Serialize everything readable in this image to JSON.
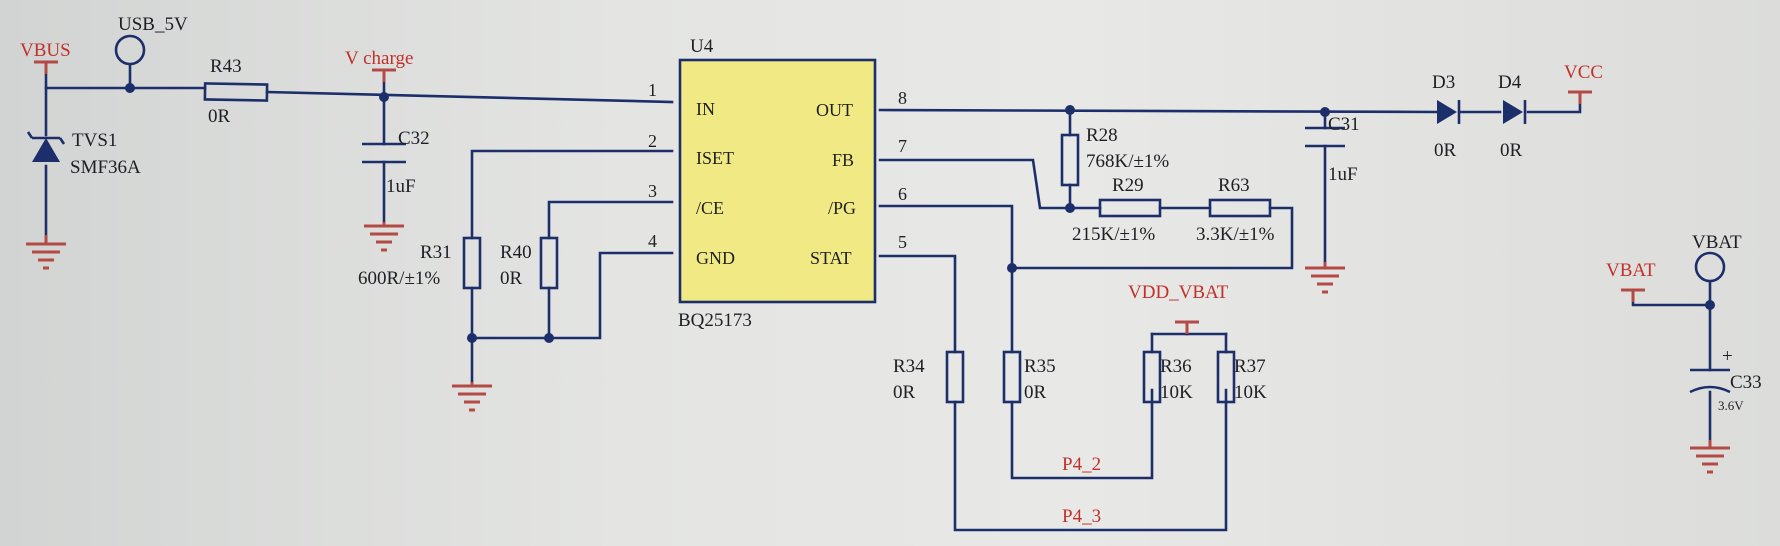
{
  "nets": {
    "vbus": "VBUS",
    "usb_5v": "USB_5V",
    "v_charge": "V charge",
    "vcc": "VCC",
    "vdd_vbat": "VDD_VBAT",
    "vbat_port": "VBAT",
    "vbat_testpoint": "VBAT",
    "p4_2": "P4_2",
    "p4_3": "P4_3"
  },
  "ic": {
    "ref": "U4",
    "part": "BQ25173",
    "pins_left": [
      {
        "num": "1",
        "name": "IN"
      },
      {
        "num": "2",
        "name": "ISET"
      },
      {
        "num": "3",
        "name": "/CE"
      },
      {
        "num": "4",
        "name": "GND"
      }
    ],
    "pins_right": [
      {
        "num": "8",
        "name": "OUT"
      },
      {
        "num": "7",
        "name": "FB"
      },
      {
        "num": "6",
        "name": "/PG"
      },
      {
        "num": "5",
        "name": "STAT"
      }
    ]
  },
  "components": {
    "tvs1": {
      "ref": "TVS1",
      "value": "SMF36A"
    },
    "r43": {
      "ref": "R43",
      "value": "0R"
    },
    "c32": {
      "ref": "C32",
      "value": "1uF"
    },
    "r31": {
      "ref": "R31",
      "value": "600R/±1%"
    },
    "r40": {
      "ref": "R40",
      "value": "0R"
    },
    "r28": {
      "ref": "R28",
      "value": "768K/±1%"
    },
    "r29": {
      "ref": "R29",
      "value": "215K/±1%"
    },
    "r63": {
      "ref": "R63",
      "value": "3.3K/±1%"
    },
    "c31": {
      "ref": "C31",
      "value": "1uF"
    },
    "d3": {
      "ref": "D3",
      "value": "0R"
    },
    "d4": {
      "ref": "D4",
      "value": "0R"
    },
    "r34": {
      "ref": "R34",
      "value": "0R"
    },
    "r35": {
      "ref": "R35",
      "value": "0R"
    },
    "r36": {
      "ref": "R36",
      "value": "10K"
    },
    "r37": {
      "ref": "R37",
      "value": "10K"
    },
    "c33": {
      "ref": "C33",
      "value": "3.6V"
    }
  }
}
